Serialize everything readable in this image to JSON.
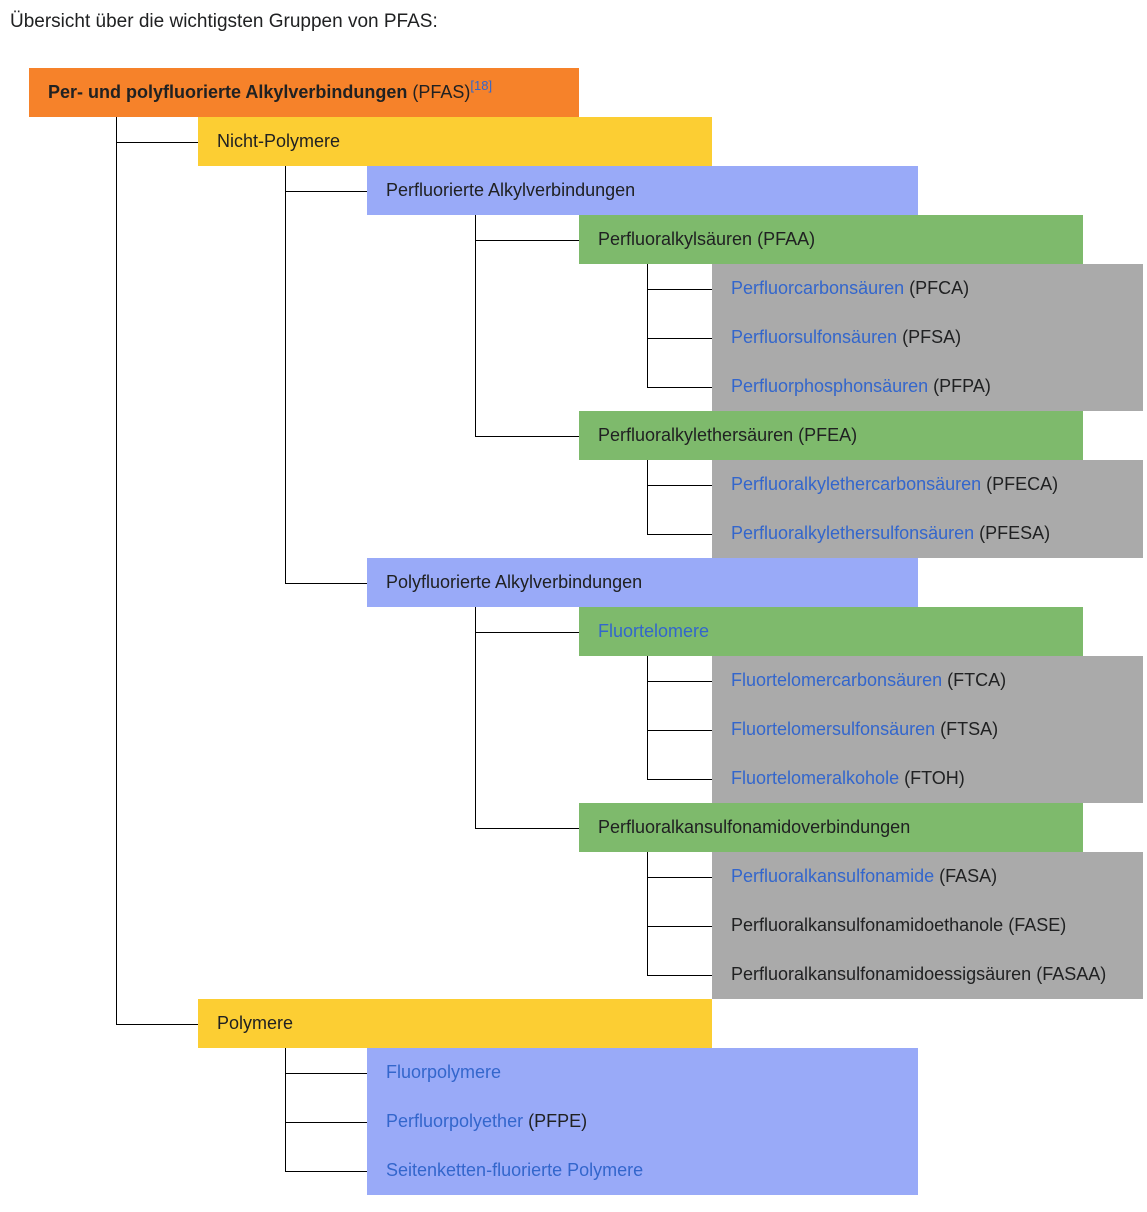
{
  "intro": "Übersicht über die wichtigsten Gruppen von PFAS:",
  "colors": {
    "level0": "#f6822a",
    "level1": "#fcce33",
    "level2": "#99aaf8",
    "level3": "#7eba6c",
    "level4": "#aaaaaa",
    "link": "#3366cc",
    "text": "#202122"
  },
  "tree": {
    "name": "Per- und polyfluorierte Alkylverbindungen",
    "abbr": "(PFAS)",
    "ref": "[18]",
    "link": false,
    "children": [
      {
        "name": "Nicht-Polymere",
        "link": false,
        "children": [
          {
            "name": "Perfluorierte Alkylverbindungen",
            "link": false,
            "children": [
              {
                "name": "Perfluoralkylsäuren",
                "abbr": "(PFAA)",
                "link": false,
                "children": [
                  {
                    "name": "Perfluorcarbonsäuren",
                    "abbr": "(PFCA)",
                    "link": true
                  },
                  {
                    "name": "Perfluorsulfonsäuren",
                    "abbr": "(PFSA)",
                    "link": true
                  },
                  {
                    "name": "Perfluorphosphonsäuren",
                    "abbr": "(PFPA)",
                    "link": true
                  }
                ]
              },
              {
                "name": "Perfluoralkylethersäuren",
                "abbr": "(PFEA)",
                "link": false,
                "children": [
                  {
                    "name": "Perfluoralkylethercarbonsäuren",
                    "abbr": "(PFECA)",
                    "link": true
                  },
                  {
                    "name": "Perfluoralkylethersulfonsäuren",
                    "abbr": "(PFESA)",
                    "link": true
                  }
                ]
              }
            ]
          },
          {
            "name": "Polyfluorierte Alkylverbindungen",
            "link": false,
            "children": [
              {
                "name": "Fluortelomere",
                "link": true,
                "children": [
                  {
                    "name": "Fluortelomercarbonsäuren",
                    "abbr": "(FTCA)",
                    "link": true
                  },
                  {
                    "name": "Fluortelomersulfonsäuren",
                    "abbr": "(FTSA)",
                    "link": true
                  },
                  {
                    "name": "Fluortelomeralkohole",
                    "abbr": "(FTOH)",
                    "link": true
                  }
                ]
              },
              {
                "name": "Perfluoralkansulfonamidoverbindungen",
                "link": false,
                "children": [
                  {
                    "name": "Perfluoralkansulfonamide",
                    "abbr": "(FASA)",
                    "link": true
                  },
                  {
                    "name": "Perfluoralkansulfonamidoethanole",
                    "abbr": "(FASE)",
                    "link": false
                  },
                  {
                    "name": "Perfluoralkansulfonamidoessigsäuren",
                    "abbr": "(FASAA)",
                    "link": false
                  }
                ]
              }
            ]
          }
        ]
      },
      {
        "name": "Polymere",
        "link": false,
        "children": [
          {
            "name": "Fluorpolymere",
            "link": true
          },
          {
            "name": "Perfluorpolyether",
            "abbr": "(PFPE)",
            "link": true
          },
          {
            "name": "Seitenketten-fluorierte Polymere",
            "link": true
          }
        ]
      }
    ]
  }
}
